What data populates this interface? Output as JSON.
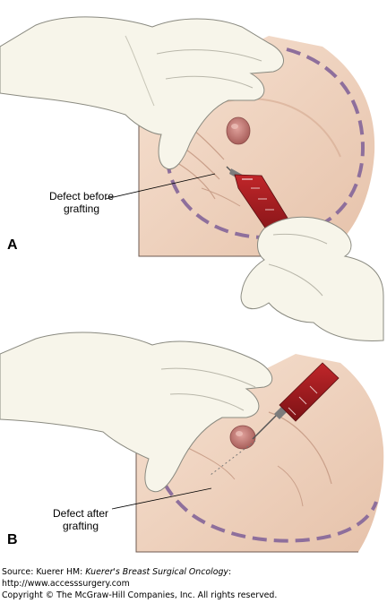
{
  "figure": {
    "panels": [
      {
        "letter": "A",
        "callout_line1": "Defect before",
        "callout_line2": "grafting"
      },
      {
        "letter": "B",
        "callout_line1": "Defect after",
        "callout_line2": "grafting"
      }
    ]
  },
  "caption": {
    "source_prefix": "Source: Kuerer HM: ",
    "source_title": "Kuerer's Breast Surgical Oncology",
    "source_suffix": ":",
    "url": "http://www.accesssurgery.com",
    "copyright": "Copyright © The McGraw-Hill Companies, Inc. All rights reserved."
  },
  "colors": {
    "skin": "#f1d7c4",
    "skin_shadow": "#deb79f",
    "glove": "#f7f5ea",
    "glove_outline": "#8a8a80",
    "marking": "#8e6f9c",
    "blood": "#9e1c1f",
    "nipple": "#c47a76"
  }
}
